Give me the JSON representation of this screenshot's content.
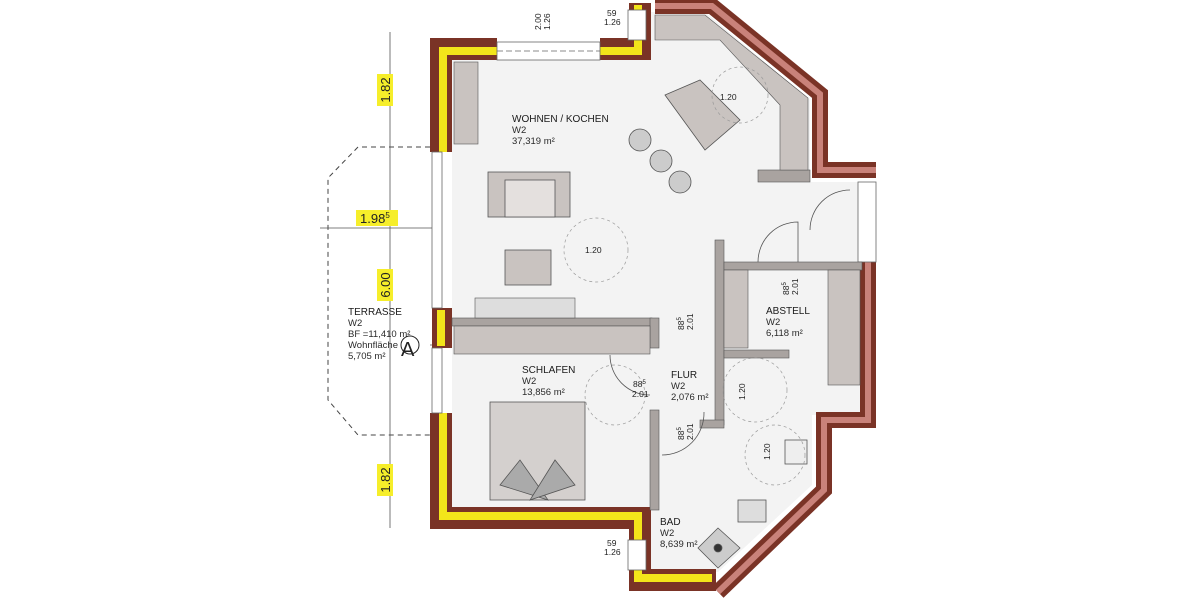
{
  "rooms": [
    {
      "name": "WOHNEN / KOCHEN",
      "unit": "W2",
      "area": "37,319 m²"
    },
    {
      "name": "SCHLAFEN",
      "unit": "W2",
      "area": "13,856 m²"
    },
    {
      "name": "FLUR",
      "unit": "W2",
      "area": "2,076 m²"
    },
    {
      "name": "ABSTELL",
      "unit": "W2",
      "area": "6,118 m²"
    },
    {
      "name": "BAD",
      "unit": "W2",
      "area": "8,639 m²"
    }
  ],
  "terrace": {
    "name": "TERRASSE",
    "unit": "W2",
    "bf": "BF =11,410 m²",
    "label": "Wohnfläche",
    "area": "5,705 m²"
  },
  "section_marker": "A",
  "dimensions": {
    "top_left": "1.82",
    "terrace_depth": "1.98",
    "terrace_depth_sup": "5",
    "wall_length": "6.00",
    "bottom_left": "1.82",
    "window_top_a": "2.00",
    "window_top_b": "1.26",
    "window_small_top_a": "59",
    "window_small_top_b": "1.26",
    "window_small_bottom_a": "59",
    "window_small_bottom_b": "1.26",
    "door_width": "88",
    "door_width_sup": "5",
    "door_height": "2.01",
    "turn_circle": "1.20"
  },
  "colors": {
    "outer_wall": "#7a3326",
    "insulation": "#f3e51a",
    "outer_wall_right": "#b8564c",
    "inner_wall": "#a9a3a0",
    "dim_highlight": "#f6ee2a"
  }
}
